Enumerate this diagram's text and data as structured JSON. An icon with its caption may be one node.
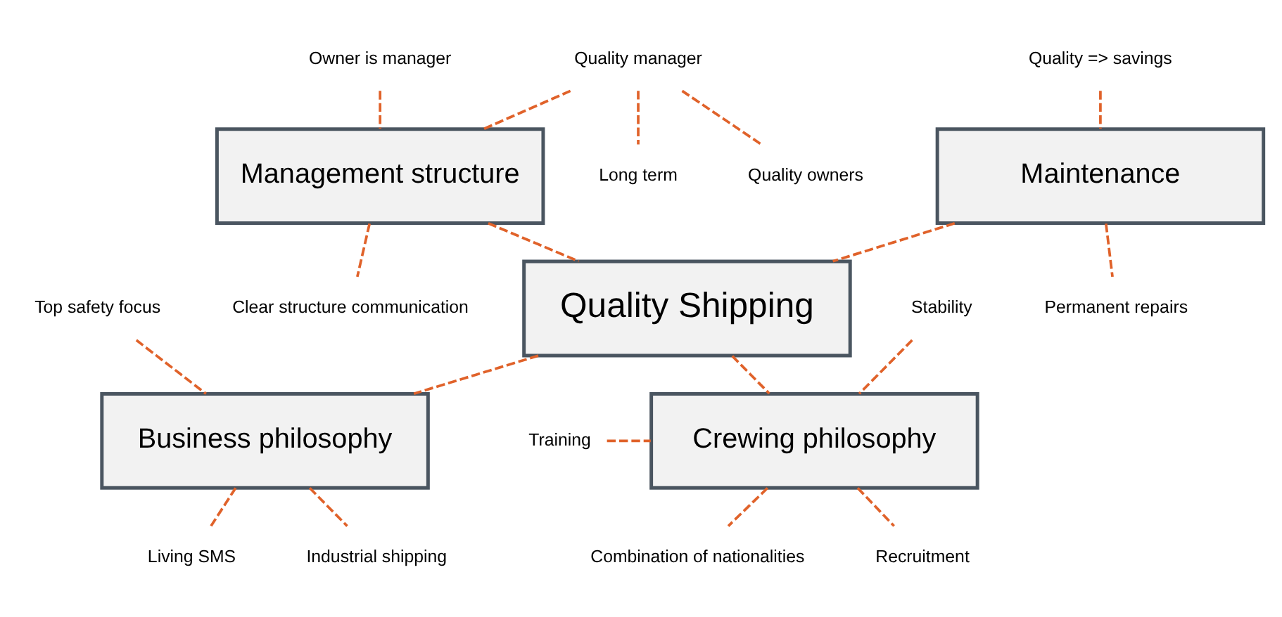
{
  "diagram": {
    "nodes": [
      {
        "text": [
          "Quality Shipping"
        ]
      },
      {
        "text": [
          "Management structure"
        ]
      },
      {
        "text": [
          "Maintenance"
        ]
      },
      {
        "text": [
          "Business philosophy"
        ]
      },
      {
        "text": [
          "Crewing philosophy"
        ]
      },
      {
        "text": [
          "Owner is manager"
        ]
      },
      {
        "text": [
          "Quality manager"
        ]
      },
      {
        "text": [
          "Long term"
        ]
      },
      {
        "text": [
          "Quality owners"
        ]
      },
      {
        "text": [
          "Clear structure communication"
        ]
      },
      {
        "text": [
          "Quality => savings"
        ]
      },
      {
        "text": [
          "Permanent repairs"
        ]
      },
      {
        "text": [
          "Top safety focus"
        ]
      },
      {
        "text": [
          "Living SMS"
        ]
      },
      {
        "text": [
          "Industrial shipping"
        ]
      },
      {
        "text": [
          "Training"
        ]
      },
      {
        "text": [
          "Stability"
        ]
      },
      {
        "text": [
          "Combination of nationalities"
        ]
      },
      {
        "text": [
          "Recruitment"
        ]
      }
    ],
    "edges": [
      {
        "from": 1,
        "to": 0,
        "arrow": "none",
        "style": "dashed"
      },
      {
        "from": 2,
        "to": 0,
        "arrow": "none",
        "style": "dashed"
      },
      {
        "from": 0,
        "to": 3,
        "arrow": "none",
        "style": "dashed"
      },
      {
        "from": 0,
        "to": 4,
        "arrow": "none",
        "style": "dashed"
      },
      {
        "from": 5,
        "to": 1,
        "arrow": "none",
        "style": "dashed"
      },
      {
        "from": 6,
        "to": 1,
        "arrow": "none",
        "style": "dashed"
      },
      {
        "from": 6,
        "to": 7,
        "arrow": "none",
        "style": "dashed"
      },
      {
        "from": 6,
        "to": 8,
        "arrow": "none",
        "style": "dashed"
      },
      {
        "from": 1,
        "to": 9,
        "arrow": "none",
        "style": "dashed"
      },
      {
        "from": 10,
        "to": 2,
        "arrow": "none",
        "style": "dashed"
      },
      {
        "from": 2,
        "to": 11,
        "arrow": "none",
        "style": "dashed"
      },
      {
        "from": 12,
        "to": 3,
        "arrow": "none",
        "style": "dashed"
      },
      {
        "from": 3,
        "to": 13,
        "arrow": "none",
        "style": "dashed"
      },
      {
        "from": 3,
        "to": 14,
        "arrow": "none",
        "style": "dashed"
      },
      {
        "from": 15,
        "to": 4,
        "arrow": "none",
        "style": "dashed"
      },
      {
        "from": 16,
        "to": 4,
        "arrow": "none",
        "style": "dashed"
      },
      {
        "from": 4,
        "to": 17,
        "arrow": "none",
        "style": "dashed"
      },
      {
        "from": 4,
        "to": 18,
        "arrow": "none",
        "style": "dashed"
      }
    ]
  }
}
